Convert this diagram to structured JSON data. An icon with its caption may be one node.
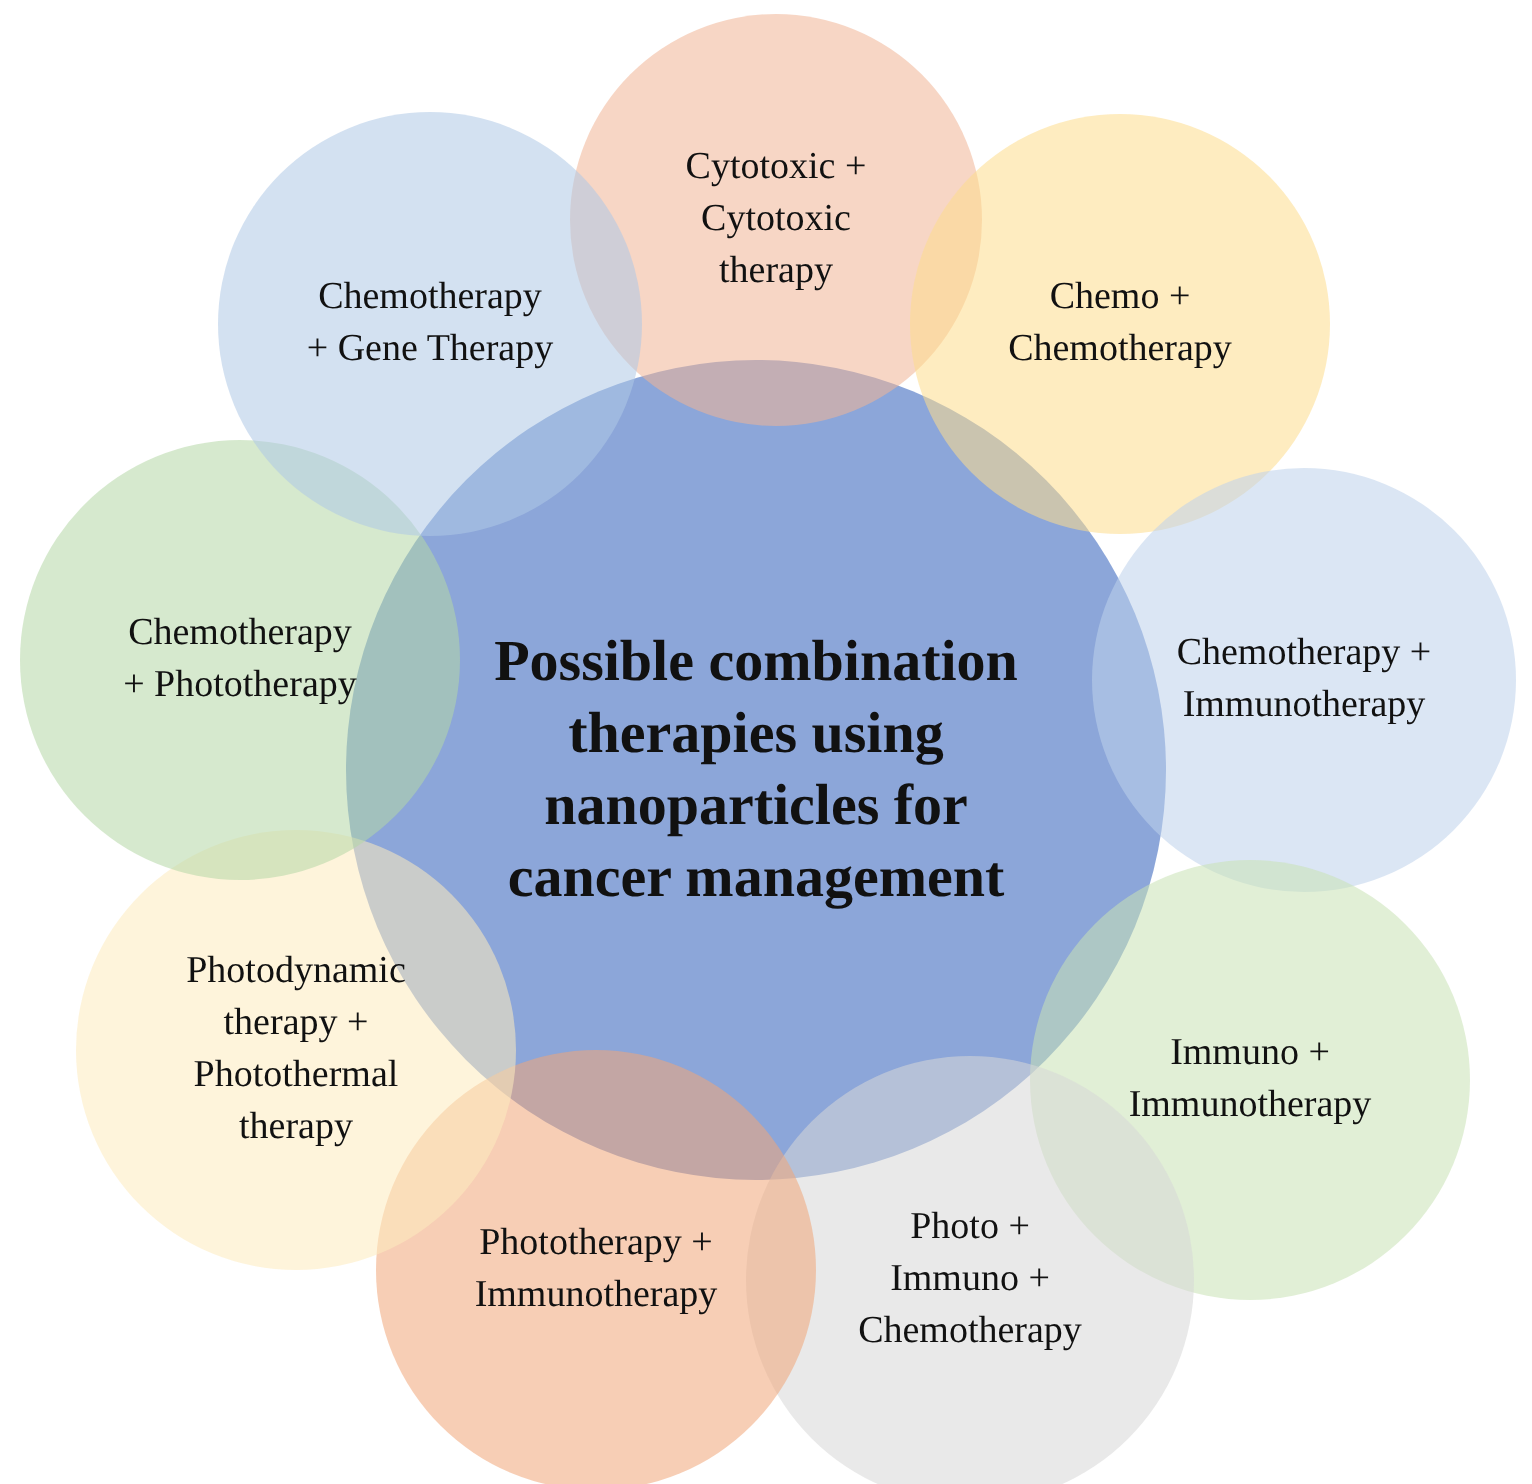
{
  "diagram": {
    "nodes": [
      {
        "text": [
          "Possible combination therapies using nanoparticles for cancer management"
        ]
      },
      {
        "text": [
          "Cytotoxic + Cytotoxic therapy"
        ]
      },
      {
        "text": [
          "Chemo + Chemotherapy"
        ]
      },
      {
        "text": [
          "Chemotherapy + Immunotherapy"
        ]
      },
      {
        "text": [
          "Immuno + Immunotherapy"
        ]
      },
      {
        "text": [
          "Photo + Immuno + Chemotherapy"
        ]
      },
      {
        "text": [
          "Phototherapy + Immunotherapy"
        ]
      },
      {
        "text": [
          "Photodynamic therapy + Photothermal therapy"
        ]
      },
      {
        "text": [
          "Chemotherapy + Phototherapy"
        ]
      },
      {
        "text": [
          "Chemotherapy + Gene Therapy"
        ]
      }
    ]
  }
}
